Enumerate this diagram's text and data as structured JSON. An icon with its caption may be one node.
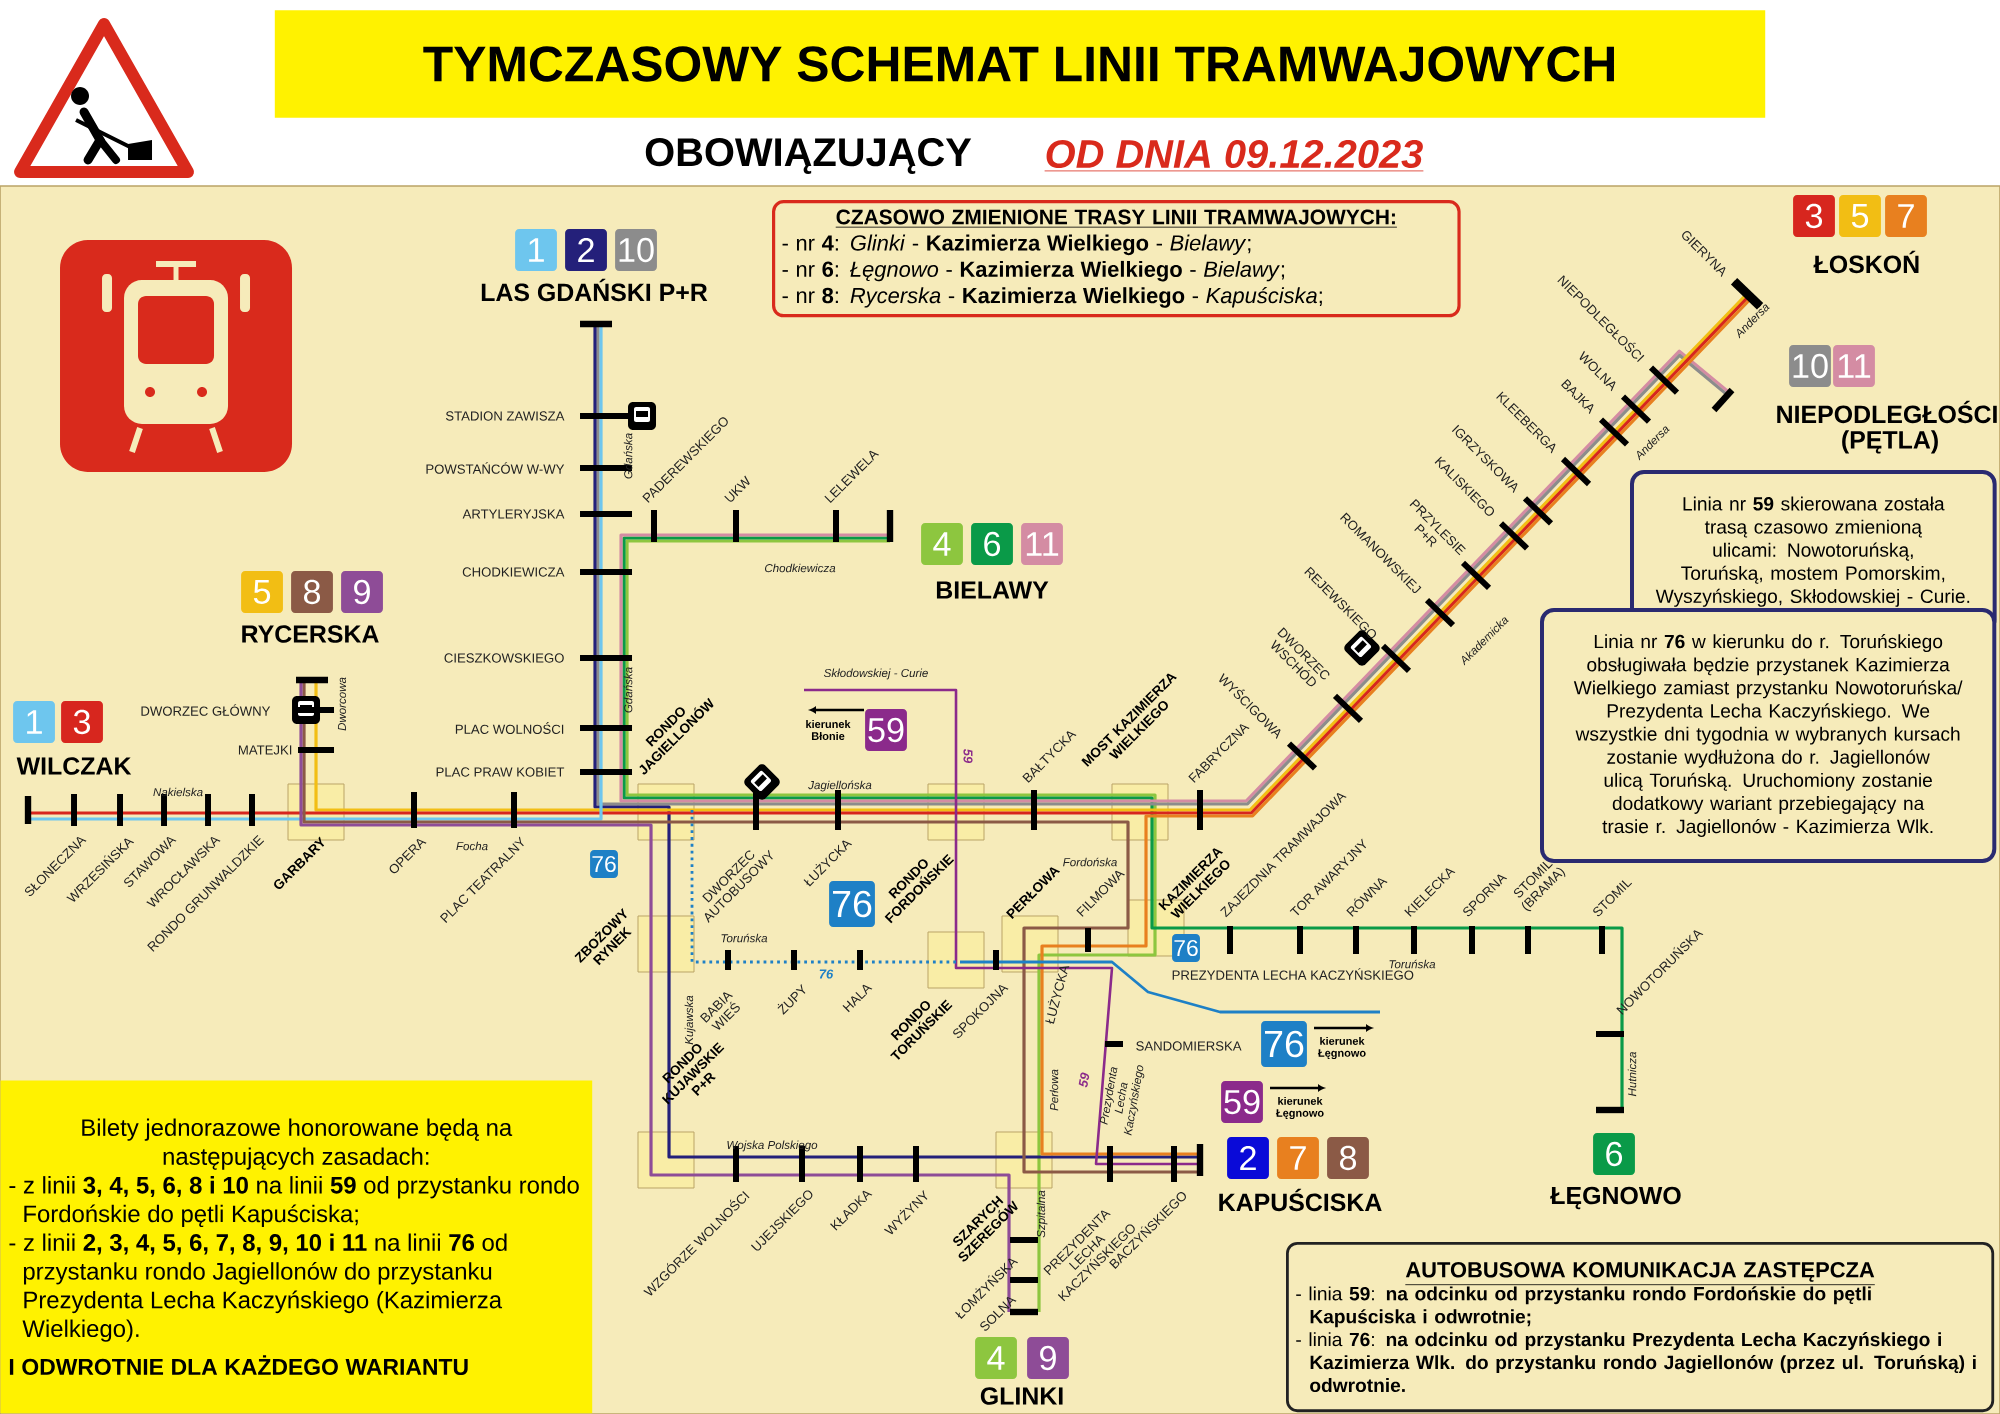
{
  "diagram": {
    "title": "TYMCZASOWY SCHEMAT LINII TRAMWAJOWYCH",
    "nodes": [
      {
        "text": [
          "CZASOWO ZMIENIONE TRASY LINII TRAMWAJOWYCH:",
          "- nr **4**: *Glinki* - **Kazimierza Wielkiego** - *Bielawy*;",
          "- nr **6**: *Łęgnowo* - **Kazimierza Wielkiego** - *Bielawy*;",
          "- nr **8**: *Rycerska* - **Kazimierza Wielkiego** - *Kapuściska*;"
        ]
      },
      {
        "text": [
          "1"
        ]
      },
      {
        "text": [
          "2"
        ]
      },
      {
        "text": [
          "10"
        ]
      },
      {
        "text": [
          "3"
        ]
      },
      {
        "text": [
          "5"
        ]
      },
      {
        "text": [
          "7"
        ]
      },
      {
        "text": [
          "10"
        ]
      },
      {
        "text": [
          "11"
        ]
      },
      {
        "text": [
          "Linia nr **59** skierowana została trasą czasowo zmienioną ulicami: Nowotoruńską, Toruńską, mostem Pomorskim, Wyszyńskiego, Skłodowskiej - Curie."
        ]
      },
      {
        "text": [
          "Linia nr **76** w kierunku do r. Toruńskiego obsługiwała będzie przystanek Kazimierza Wielkiego zamiast przystanku Nowotoruńska/ Prezydenta Lecha Kaczyńskiego. We wszystkie dni tygodnia w wybranych kursach zostanie wydłużona do r. Jagiellonów ulicą Toruńską. Uruchomiony zostanie dodatkowy wariant przebiegający na trasie r. Jagiellonów - Kazimierza Wlk."
        ]
      },
      {
        "text": [
          "4"
        ]
      },
      {
        "text": [
          "6"
        ]
      },
      {
        "text": [
          "11"
        ]
      },
      {
        "text": [
          "5"
        ]
      },
      {
        "text": [
          "8"
        ]
      },
      {
        "text": [
          "9"
        ]
      },
      {
        "text": [
          "59"
        ]
      },
      {
        "text": [
          "1"
        ]
      },
      {
        "text": [
          "3"
        ]
      },
      {
        "text": [
          "76"
        ]
      },
      {
        "text": [
          "76"
        ]
      },
      {
        "text": [
          "76"
        ]
      },
      {
        "text": [
          "76"
        ]
      },
      {
        "text": [
          "59"
        ]
      },
      {
        "text": [
          "2"
        ]
      },
      {
        "text": [
          "7"
        ]
      },
      {
        "text": [
          "8"
        ]
      },
      {
        "text": [
          "6"
        ]
      },
      {
        "text": [
          "Bilety jednorazowe honorowane będą na następujących zasadach:",
          "- z linii **3, 4, 5, 6, 8 i 10** na linii **59** od przystanku rondo Fordońskie do pętli Kapuściska;",
          "- z linii **2, 3, 4, 5, 6, 7, 8, 9, 10 i 11** na linii **76** od przystanku rondo Jagiellonów do przystanku Prezydenta Lecha Kaczyńskiego (Kazimierza Wielkiego).",
          "I ODWROTNIE DLA KAŻDEGO WARIANTU"
        ]
      },
      {
        "text": [
          "AUTOBUSOWA KOMUNIKACJA ZASTĘPCZA",
          "- linia **59**: **na odcinku od przystanku rondo Fordońskie do pętli Kapuściska i odwrotnie;**",
          "- linia **76**: **na odcinku od przystanku Prezydenta Lecha Kaczyńskiego i Kazimierza Wlk. do przystanku rondo Jagiellonów (przez ul. Toruńską) i odwrotnie.**"
        ]
      },
      {
        "text": [
          "4"
        ]
      },
      {
        "text": [
          "9"
        ]
      }
    ],
    "labels": [
      "OBOWIĄZUJĄCY",
      "OD DNIA 09.12.2023",
      "LAS GDAŃSKI P+R",
      "ŁOSKOŃ",
      "NIEPODLEGŁOŚCI",
      "(PĘTLA)",
      "STADION ZAWISZA",
      "POWSTAŃCÓW W-WY",
      "ARTYLERYJSKA",
      "CHODKIEWICZA",
      "CIESZKOWSKIEGO",
      "PLAC WOLNOŚCI",
      "PLAC PRAW KOBIET",
      "Gdańska",
      "Gdańska",
      "PADEREWSKIEGO",
      "UKW",
      "LELEWELA",
      "Chodkiewicza",
      "BIELAWY",
      "RYCERSKA",
      "DWORZEC GŁÓWNY",
      "MATEJKI",
      "Dworcowa",
      "WILCZAK",
      "Nakielska",
      "SŁONECZNA",
      "WRZESIŃSKA",
      "STAWOWA",
      "WROCŁAWSKA",
      "RONDO GRUNWALDZKIE",
      "GARBARY",
      "OPERA",
      "Focha",
      "PLAC TEATRALNY",
      "Skłodowskiej - Curie",
      "kierunek Błonie",
      "59",
      "RONDO JAGIELLONÓW",
      "Jagiellońska",
      "BAŁTYCKA",
      "MOST KAZIMIERZA WIELKIEGO",
      "FABRYCZNA",
      "DWORZEC AUTOBUSOWY",
      "ŁUŻYCKA",
      "RONDO FORDOŃSKIE",
      "Fordońska",
      "KAZIMIERZA WIELKIEGO",
      "WYŚCIGOWA",
      "DWORZEC WSCHÓD",
      "REJEWSKIEGO",
      "ROMANOWSKIEJ",
      "PRZYLESIE P+R",
      "KALISKIEGO",
      "IGRZYSKOWA",
      "KLEEBERGA",
      "BAJKA",
      "WOLNA",
      "NIEPODLEGŁOŚCI",
      "GIERYNA",
      "Akademicka",
      "Andersa",
      "Andersa",
      "ZAJEZDNIA TRAMWAJOWA",
      "TOR AWARYJNY",
      "RÓWNA",
      "KIELECKA",
      "SPORNA",
      "STOMIL (BRAMA)",
      "STOMIL",
      "Toruńska",
      "NOWOTORUŃSKA",
      "Hutnicza",
      "ŁĘGNOWO",
      "ZBOŻOWY RYNEK",
      "Kujawska",
      "Toruńska",
      "76",
      "BABIA WIEŚ",
      "ŻUPY",
      "HALA",
      "RONDO TORUŃSKIE",
      "SPOKOJNA",
      "PERŁOWA",
      "FILMOWA",
      "ŁUŻYCKA",
      "PREZYDENTA LECHA KACZYŃSKIEGO",
      "SANDOMIERSKA",
      "Perłowa",
      "Prezydenta Lecha Kaczyńskiego",
      "59",
      "kierunek Łęgnowo",
      "kierunek Łęgnowo",
      "KAPUŚCISKA",
      "RONDO KUJAWSKIE P+R",
      "Wojska Polskiego",
      "WZGÓRZE WOLNOŚCI",
      "UJEJSKIEGO",
      "KŁADKA",
      "WYŻYNY",
      "SZARYCH SZEREGÓW",
      "PREZYDENTA LECHA KACZYŃSKIEGO",
      "BACZYŃSKIEGO",
      "ŁOMŻYŃSKA",
      "SOLNA",
      "Szpitalna",
      "GLINKI"
    ]
  }
}
